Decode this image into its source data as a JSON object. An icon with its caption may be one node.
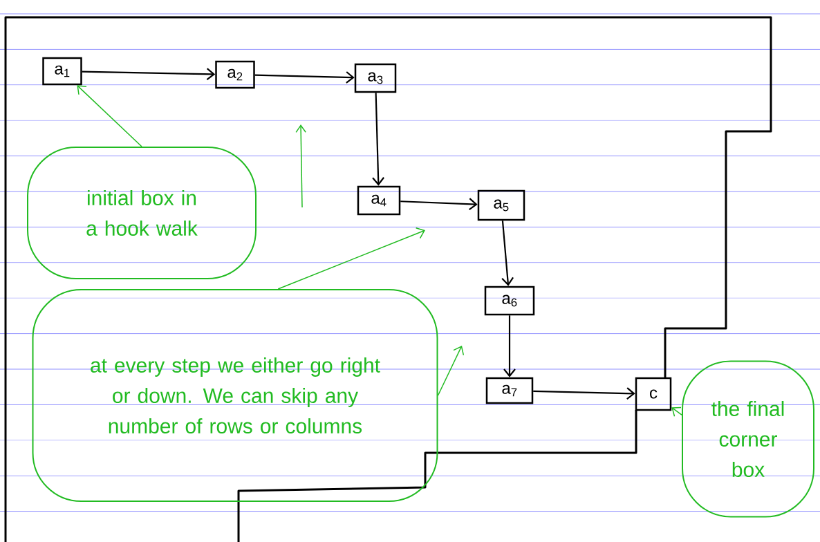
{
  "diagram": {
    "nodes": [
      {
        "text": [
          "a$_{1}$"
        ]
      },
      {
        "text": [
          "a$_{2}$"
        ]
      },
      {
        "text": [
          "a$_{3}$"
        ]
      },
      {
        "text": [
          "a$_{4}$"
        ]
      },
      {
        "text": [
          "a$_{5}$"
        ]
      },
      {
        "text": [
          "a$_{6}$"
        ]
      },
      {
        "text": [
          "a$_{7}$"
        ]
      },
      {
        "text": [
          "c"
        ]
      },
      {
        "text": [
          "initial box in a hook walk"
        ]
      },
      {
        "text": [
          "at every step we either go right or down. We can skip any number of rows or columns"
        ]
      },
      {
        "text": [
          "the final corner box"
        ]
      }
    ],
    "edges": [
      {
        "from": 0,
        "to": 1,
        "arrow": "to"
      },
      {
        "from": 1,
        "to": 2,
        "arrow": "to"
      },
      {
        "from": 2,
        "to": 3,
        "arrow": "to"
      },
      {
        "from": 3,
        "to": 4,
        "arrow": "to"
      },
      {
        "from": 4,
        "to": 5,
        "arrow": "to"
      },
      {
        "from": 5,
        "to": 6,
        "arrow": "to"
      },
      {
        "from": 6,
        "to": 7,
        "arrow": "to"
      },
      {
        "from": 8,
        "to": 0,
        "arrow": "to",
        "color": "#22bb22"
      },
      {
        "from": 9,
        "to": null,
        "arrow": "to",
        "color": "#22bb22"
      },
      {
        "from": 9,
        "to": null,
        "arrow": "to",
        "color": "#22bb22"
      },
      {
        "from": 10,
        "to": 7,
        "arrow": "to",
        "color": "#22bb22"
      }
    ]
  }
}
